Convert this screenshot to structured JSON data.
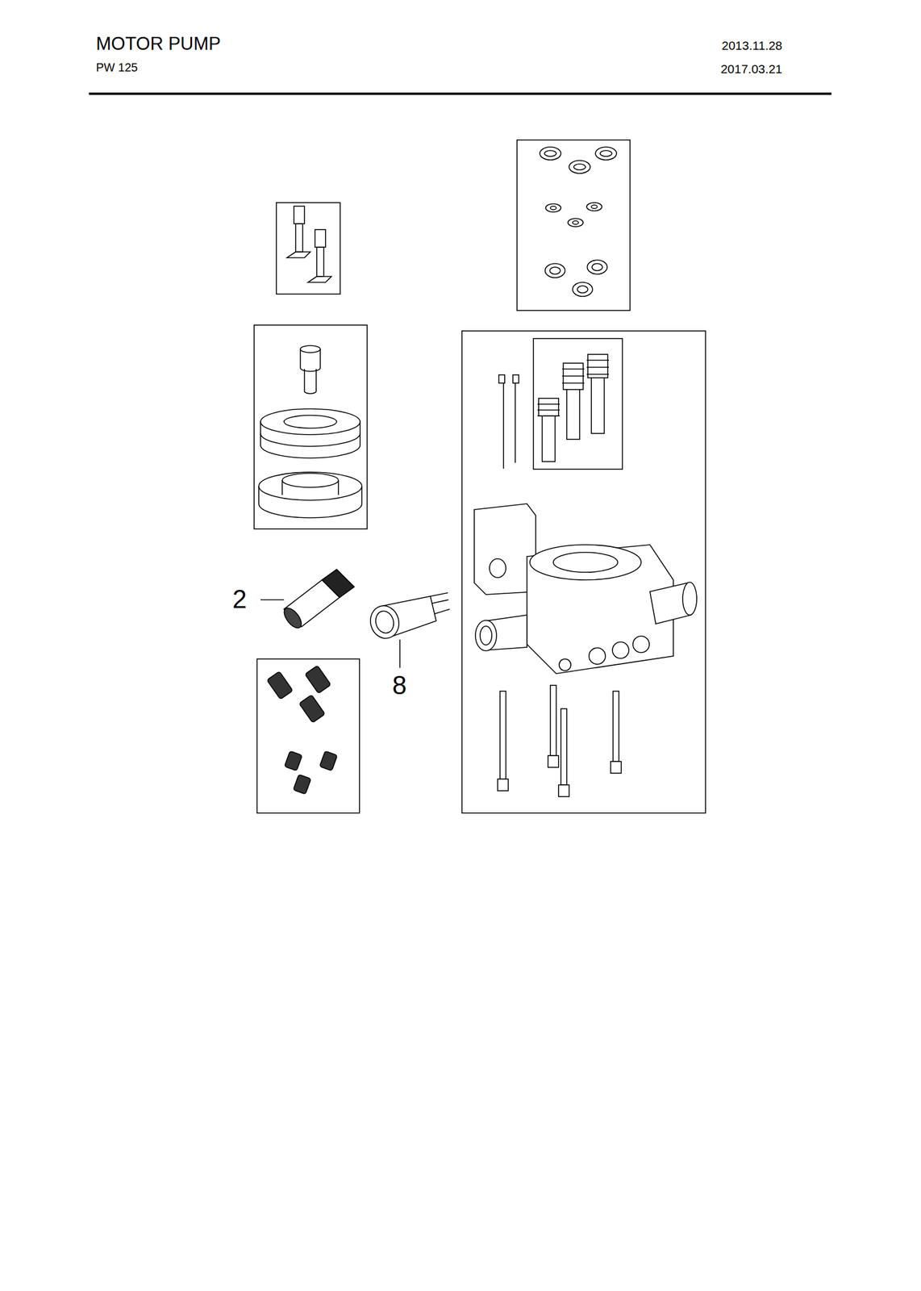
{
  "diagram": {
    "title": "MOTOR PUMP",
    "labels": [
      "PW 125",
      "2013.11.28",
      "2017.03.21",
      "2",
      "8"
    ]
  }
}
